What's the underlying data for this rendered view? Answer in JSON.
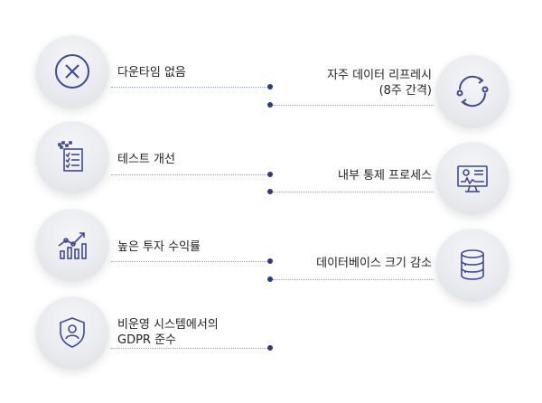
{
  "items_left": [
    {
      "label": "다운타임 없음",
      "icon": "x-circle-icon"
    },
    {
      "label": "테스트 개선",
      "icon": "checklist-icon"
    },
    {
      "label": "높은 투자 수익률",
      "icon": "growth-chart-icon"
    },
    {
      "label_line1": "비운영 시스템에서의",
      "label_line2": "GDPR 준수",
      "icon": "shield-user-icon"
    }
  ],
  "items_right": [
    {
      "label_line1": "자주 데이터 리프레시",
      "label_line2": "(8주 간격)",
      "icon": "refresh-cycle-icon"
    },
    {
      "label": "내부 통제 프로세스",
      "icon": "monitor-dashboard-icon"
    },
    {
      "label": "데이터베이스 크기 감소",
      "icon": "database-icon"
    }
  ],
  "colors": {
    "accent": "#2b3b8f",
    "icon_stroke": "#3a4a9a"
  }
}
